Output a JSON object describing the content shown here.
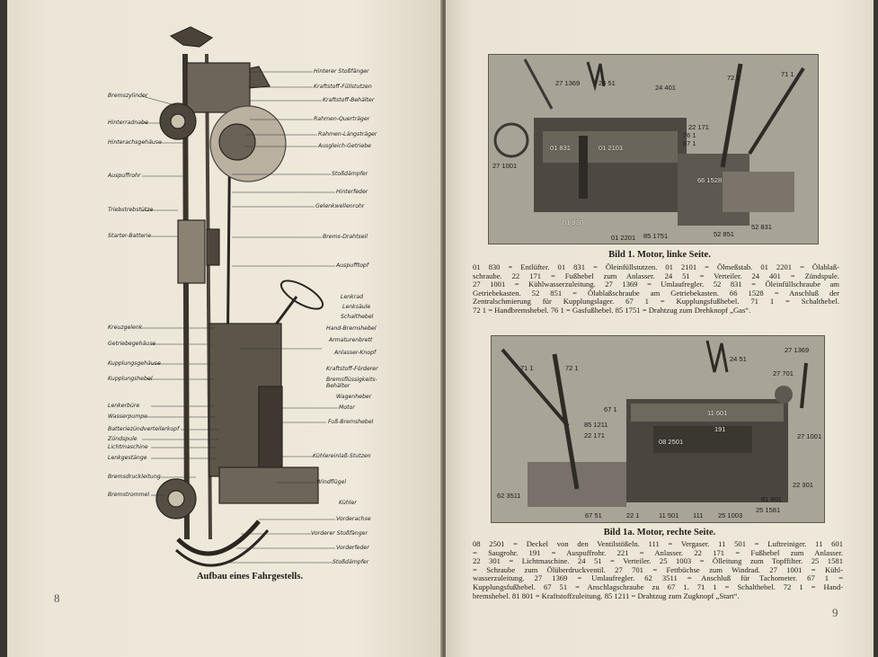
{
  "left_page": {
    "figure_caption": "Aufbau eines Fahrgestells.",
    "page_number": "8",
    "labels_left": [
      "Bremszylinder",
      "Hinterradnabe",
      "Hinterachsgehäuse",
      "Auspuffrohr",
      "Triebstrebstütze",
      "Starter-Batterie",
      "Kreuzgelenk",
      "Getriebegehäuse",
      "Kupplungsgehäuse",
      "Kupplungshebel",
      "Lenkerbüre",
      "Wasserpumpe",
      "Batteriezündverteilerkopf",
      "Zündspule",
      "Lichtmaschine",
      "Lenkgestänge",
      "Bremsdruckleitung",
      "Bremstrommel"
    ],
    "labels_right": [
      "Hinterer Stoßfänger",
      "Kraftstoff-Füllstutzen",
      "Kraftstoff-Behälter",
      "Rahmen-Querträger",
      "Rahmen-Längsträger",
      "Ausgleich-Getriebe",
      "Stoßdämpfer",
      "Hinterfeder",
      "Gelenkwellenrohr",
      "Brems-Drahtseil",
      "Auspufftopf",
      "Lenkrad",
      "Lenksäule",
      "Schalthebel",
      "Hand-Bremshebel",
      "Armaturenbrett",
      "Anlasser-Knopf",
      "Kraftstoff-Förderer",
      "Bremsflüssigkeits-Behälter",
      "Wagenheber",
      "Motor",
      "Fuß-Bremshebel",
      "Kühlereinlaß-Stutzen",
      "Windflügel",
      "Kühler",
      "Vorderachse",
      "Vorderer Stoßfänger",
      "Vorderfeder",
      "Stoßdämpfer"
    ]
  },
  "right_page": {
    "page_number": "9",
    "figure1": {
      "caption": "Bild 1.  Motor, linke Seite.",
      "labels": [
        "27 1369",
        "24 51",
        "24 401",
        "72 1",
        "71 1",
        "22 171",
        "76 1",
        "67 1",
        "01 831",
        "01 2101",
        "27 1001",
        "66 1528",
        "01 830",
        "01 2201",
        "85 1751",
        "52 851",
        "52 831"
      ],
      "legend": [
        "01 830 = Entlüfter.  01 831 = Öleinfüllstutzen.  01 2101 = Ölmeßstab.  01 2201 = Ölablaß-",
        "schraube.  22 171 = Fußhebel zum Anlasser.  24 51 = Verteiler.  24 401 = Zündspule.",
        "27 1001 = Kühlwasserzuleitung.  27 1369 = Umlaufregler.  52 831 = Öleinfüllschraube am",
        "Getriebekasten.  52 851 = Ölablaßschraube am Getriebekasten.  66 1528 = Anschluß der",
        "Zentralschmierung für Kupplungslager.  67 1 = Kupplungsfußhebel.  71 1 = Schalthebel.",
        "72 1 = Handbremshebel.  76 1 = Gasfußhebel.  85 1751 = Drahtzug zum Drehknopf „Gas“."
      ]
    },
    "figure2": {
      "caption": "Bild 1a.  Motor, rechte Seite.",
      "labels": [
        "71 1",
        "72 1",
        "24 51",
        "27 1369",
        "27 701",
        "67 1",
        "85 1211",
        "22 171",
        "11 601",
        "191",
        "08 2501",
        "27 1001",
        "22 301",
        "62 3511",
        "81 801",
        "25 1581",
        "67 51",
        "22 1",
        "11 501",
        "111",
        "25 1003"
      ],
      "legend": [
        "08 2501 = Deckel von den Ventilstößeln.  111 = Vergaser.  11 501 = Luftreiniger.  11 601",
        "= Saugrohr.  191 = Auspuffrohr.  221 = Anlasser.  22 171 = Fußhebel zum Anlasser.",
        "22 301 = Lichtmaschine.  24 51 = Verteiler.  25 1003 = Ölleitung zum Topffilter.  25 1581",
        "= Schraube zum Ölüberdruckventil.  27 701 = Fettbüchse zum Windrad.  27 1001 = Kühl-",
        "wasserzuleitung.  27 1369 = Umlaufregler.  62 3511 = Anschluß für Tachometer.  67 1 =",
        "Kupplungsfußhebel.  67 51 = Anschlagschraube zu 67 1.  71 1 = Schalthebel.  72 1 = Hand-",
        "bremshebel.  81 801 = Kraftstoffzuleitung.  85 1211 = Drahtzug zum Zugknopf „Start“."
      ]
    }
  }
}
